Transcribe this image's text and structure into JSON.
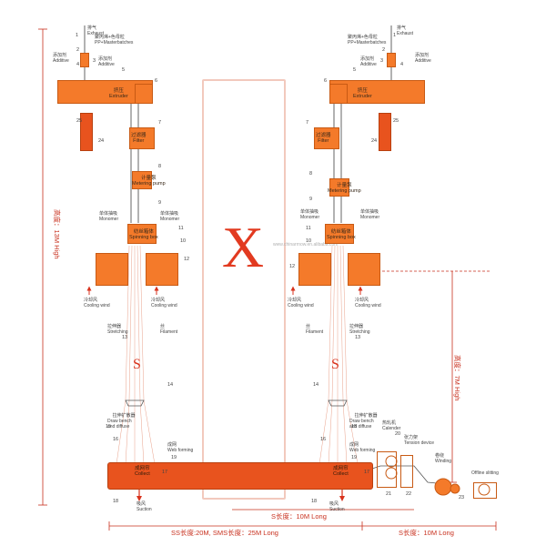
{
  "center_mark": "X",
  "watermark": "www.chinarrnow.en.alibaba.com",
  "left_line": {
    "exhaust": {
      "cn": "排气",
      "en": "Exhaust"
    },
    "pp_masterbatches": "聚丙烯+色母粒\nPP+Masterbatches",
    "additive_top": {
      "cn": "添加剂",
      "en": "Additive"
    },
    "additive_right": {
      "cn": "添加剂",
      "en": "Additive"
    },
    "extruder": {
      "cn": "挤压",
      "en": "Extruder"
    },
    "filter": {
      "cn": "过滤器",
      "en": "Filter"
    },
    "metering": {
      "cn": "计量泵",
      "en": "Metering pump"
    },
    "monomer_left": {
      "cn": "单体抽吸",
      "en": "Monomer"
    },
    "monomer_right": {
      "cn": "单体抽吸",
      "en": "Monomer"
    },
    "spinning": {
      "cn": "纺丝箱体",
      "en": "Spinning box"
    },
    "cooling_left": {
      "cn": "冷却风",
      "en": "Cooling wind"
    },
    "cooling_right": {
      "cn": "冷却风",
      "en": "Cooling wind"
    },
    "stretching": {
      "cn": "拉伸器",
      "en": "Stretching"
    },
    "filament": {
      "cn": "丝",
      "en": "Filament"
    },
    "draw_bench": {
      "cn": "拉伸扩散器",
      "en": "Draw bench\nand diffuse"
    },
    "web_forming": {
      "cn": "成网",
      "en": "Web forming"
    },
    "collect": {
      "cn": "成网帘",
      "en": "Collect"
    },
    "suction": {
      "cn": "吸风",
      "en": "Suction"
    },
    "numbers": [
      "1",
      "2",
      "3",
      "4",
      "5",
      "6",
      "7",
      "8",
      "9",
      "10",
      "11",
      "12",
      "13",
      "14",
      "15",
      "16",
      "17",
      "18",
      "19",
      "24",
      "25"
    ]
  },
  "right_line": {
    "exhaust": {
      "cn": "排气",
      "en": "Exhaust"
    },
    "pp_masterbatches": "聚丙烯+色母粒\nPP+Masterbatches",
    "additive_left": {
      "cn": "添加剂",
      "en": "Additive"
    },
    "additive_right": {
      "cn": "添加剂",
      "en": "Additive"
    },
    "extruder": {
      "cn": "挤压",
      "en": "Extruder"
    },
    "filter": {
      "cn": "过滤器",
      "en": "Filter"
    },
    "metering": {
      "cn": "计量泵",
      "en": "Metering pump"
    },
    "monomer_left": {
      "cn": "单体抽吸",
      "en": "Monomer"
    },
    "monomer_right": {
      "cn": "单体抽吸",
      "en": "Monomer"
    },
    "spinning": {
      "cn": "纺丝箱体",
      "en": "Spinning box"
    },
    "cooling_left": {
      "cn": "冷却风",
      "en": "Cooling wind"
    },
    "cooling_right": {
      "cn": "冷却风",
      "en": "Cooling wind"
    },
    "filament": {
      "cn": "丝",
      "en": "Filament"
    },
    "stretching": {
      "cn": "拉伸器",
      "en": "Stretching"
    },
    "draw_bench": {
      "cn": "拉伸扩散器",
      "en": "Draw bench\nand diffuse"
    },
    "web_forming": {
      "cn": "成网",
      "en": "Web forming"
    },
    "collect": {
      "cn": "成网帘",
      "en": "Collect"
    },
    "suction": {
      "cn": "吸风",
      "en": "Suction"
    },
    "calender": {
      "cn": "热轧机",
      "en": "Calender"
    },
    "tension": {
      "cn": "张力架",
      "en": "Tension device"
    },
    "winding": {
      "cn": "卷绕",
      "en": "Winding"
    },
    "offline_slitting": "Offline slitting",
    "numbers": [
      "1",
      "2",
      "3",
      "4",
      "5",
      "6",
      "7",
      "8",
      "9",
      "10",
      "11",
      "12",
      "13",
      "14",
      "15",
      "16",
      "17",
      "18",
      "19",
      "20",
      "21",
      "22",
      "23",
      "24",
      "25"
    ]
  },
  "dimensions": {
    "left_height": "高度：13M High",
    "right_height": "高度：7M High",
    "s_length": "S长度：10M Long",
    "ss_sms_length": "SS长度:20M, SMS长度：25M Long",
    "s_length_bottom": "S长度：10M Long"
  },
  "colors": {
    "orange": "#f47a2a",
    "red": "#e8531e",
    "dimension": "#c8301e"
  }
}
